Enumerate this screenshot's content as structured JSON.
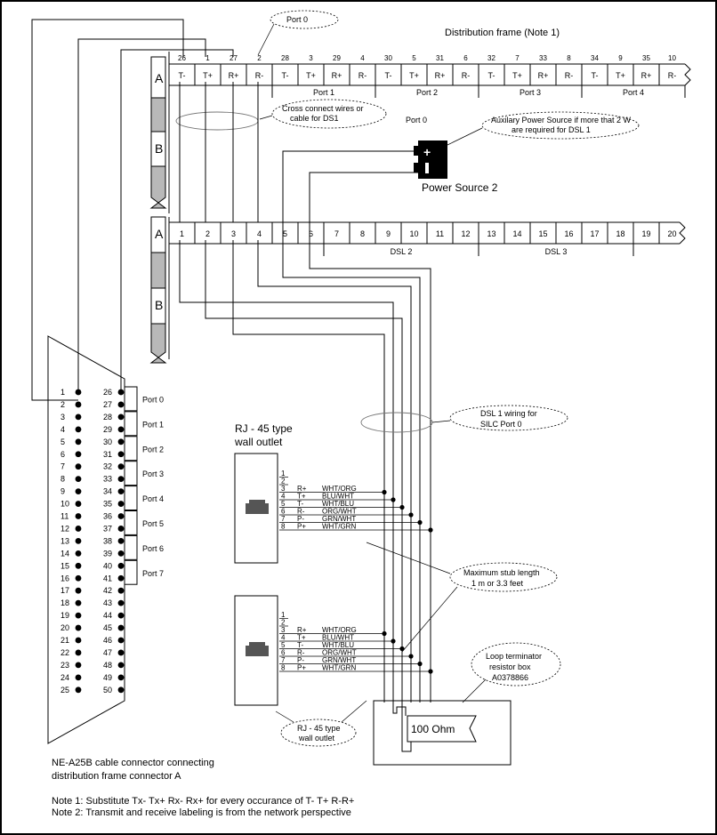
{
  "title": "Distribution frame (Note 1)",
  "callouts": {
    "port0": "Port 0",
    "cross_connect_1": "Cross connect wires or",
    "cross_connect_2": "cable for DS1",
    "aux_power_1": "Auxilary Power Source if more that 2 W",
    "aux_power_2": "are required for DSL 1",
    "dsl1_1": "DSL 1 wiring for",
    "dsl1_2": "SILC Port 0",
    "stub_1": "Maximum stub length",
    "stub_2": "1 m or 3.3 feet",
    "term_1": "Loop terminator",
    "term_2": "resistor box",
    "term_3": "A0378866",
    "rj45b_1": "RJ - 45  type",
    "rj45b_2": "wall outlet"
  },
  "labels": {
    "port0_below": "Port  0",
    "power_source": "Power Source 2",
    "plus": "+",
    "minus": "−",
    "rj45_title_1": "RJ - 45  type",
    "rj45_title_2": "wall outlet",
    "resistor": "100 Ohm",
    "connector_caption_1": "NE-A25B cable connector connecting",
    "connector_caption_2": "distribution frame connector A",
    "note1": "Note 1: Substitute Tx- Tx+ Rx- Rx+ for every occurance of T- T+ R-R+",
    "note2": "Note 2: Transmit and receive labeling is from the network perspective"
  },
  "frame": {
    "block_a": "A",
    "block_b": "B",
    "top_numbers": [
      "26",
      "1",
      "27",
      "2",
      "28",
      "3",
      "29",
      "4",
      "30",
      "5",
      "31",
      "6",
      "32",
      "7",
      "33",
      "8",
      "34",
      "9",
      "35",
      "10"
    ],
    "top_signals": [
      "T-",
      "T+",
      "R+",
      "R-",
      "T-",
      "T+",
      "R+",
      "R-",
      "T-",
      "T+",
      "R+",
      "R-",
      "T-",
      "T+",
      "R+",
      "R-",
      "T-",
      "T+",
      "R+",
      "R-"
    ],
    "port_groups": [
      "Port 1",
      "Port 2",
      "Port 3",
      "Port 4"
    ],
    "lower_numbers": [
      "1",
      "2",
      "3",
      "4",
      "5",
      "6",
      "7",
      "8",
      "9",
      "10",
      "11",
      "12",
      "13",
      "14",
      "15",
      "16",
      "17",
      "18",
      "19",
      "20"
    ],
    "dsl_groups": [
      "DSL 2",
      "DSL 3"
    ]
  },
  "connector": {
    "left_pins": [
      "1",
      "2",
      "3",
      "4",
      "5",
      "6",
      "7",
      "8",
      "9",
      "10",
      "11",
      "12",
      "13",
      "14",
      "15",
      "16",
      "17",
      "18",
      "19",
      "20",
      "21",
      "22",
      "23",
      "24",
      "25"
    ],
    "right_pins": [
      "26",
      "27",
      "28",
      "29",
      "30",
      "31",
      "32",
      "33",
      "34",
      "35",
      "36",
      "37",
      "38",
      "39",
      "40",
      "41",
      "42",
      "43",
      "44",
      "45",
      "46",
      "47",
      "48",
      "49",
      "50"
    ],
    "ports": [
      "Port 0",
      "Port 1",
      "Port 2",
      "Port 3",
      "Port 4",
      "Port 5",
      "Port 6",
      "Port 7"
    ]
  },
  "rj45": {
    "pins": [
      "1",
      "2",
      "3",
      "4",
      "5",
      "6",
      "7",
      "8"
    ],
    "signals": [
      "",
      "",
      "R+",
      "T+",
      "T-",
      "R-",
      "P-",
      "P+"
    ],
    "colors": [
      "",
      "",
      "WHT/ORG",
      "BLU/WHT",
      "WHT/BLU",
      "ORG/WHT",
      "GRN/WHT",
      "WHT/GRN"
    ]
  }
}
